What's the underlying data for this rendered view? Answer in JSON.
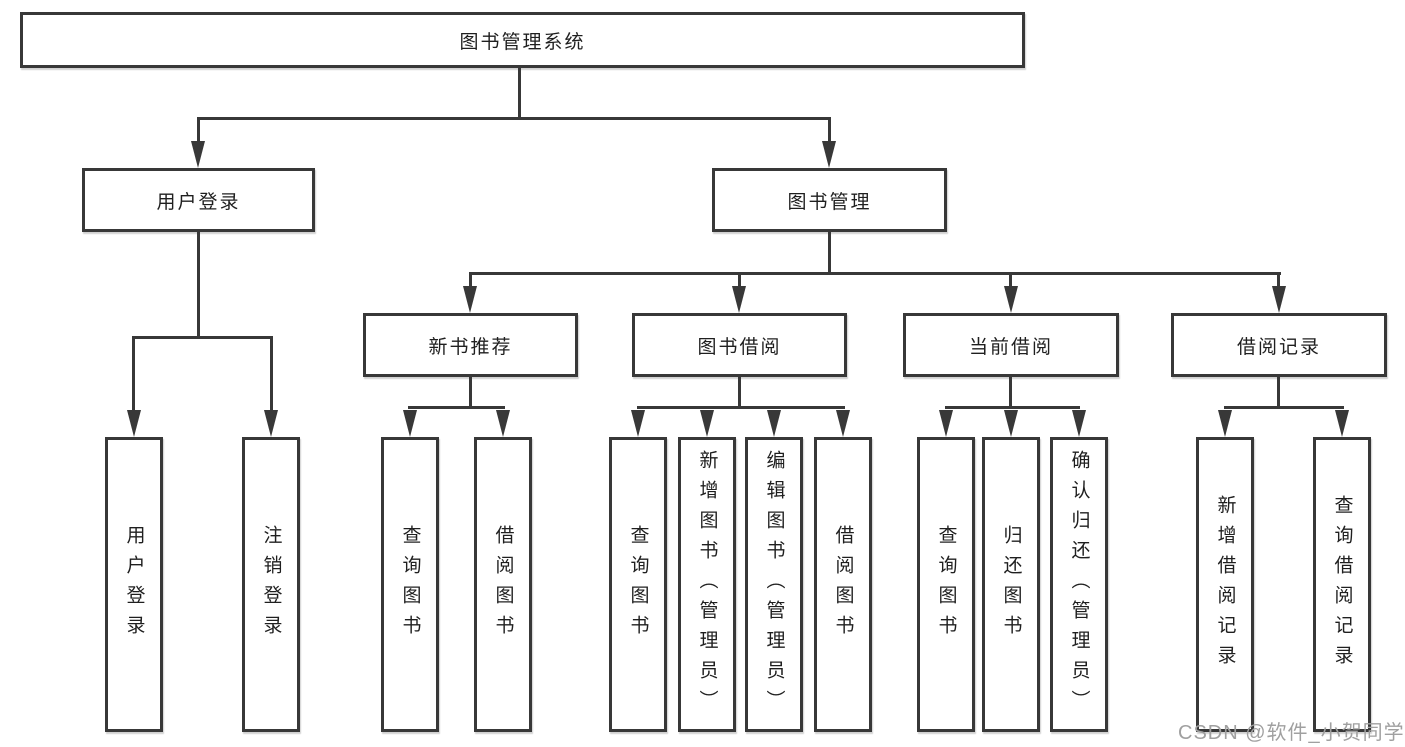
{
  "diagram_title": "图书管理系统",
  "tree": {
    "root": "图书管理系统",
    "branches": [
      {
        "label": "用户登录",
        "children": [
          "用户登录",
          "注销登录"
        ]
      },
      {
        "label": "图书管理",
        "children": [
          {
            "label": "新书推荐",
            "children": [
              "查询图书",
              "借阅图书"
            ]
          },
          {
            "label": "图书借阅",
            "children": [
              "查询图书",
              "新增图书（管理员）",
              "编辑图书（管理员）",
              "借阅图书"
            ]
          },
          {
            "label": "当前借阅",
            "children": [
              "查询图书",
              "归还图书",
              "确认归还（管理员）"
            ]
          },
          {
            "label": "借阅记录",
            "children": [
              "新增借阅记录",
              "查询借阅记录"
            ]
          }
        ]
      }
    ]
  },
  "watermark": "CSDN @软件_小贺同学",
  "colors": {
    "line": "#383838",
    "text": "#1f1f1f",
    "wm": "#a0a0a0",
    "bg": "#ffffff"
  }
}
